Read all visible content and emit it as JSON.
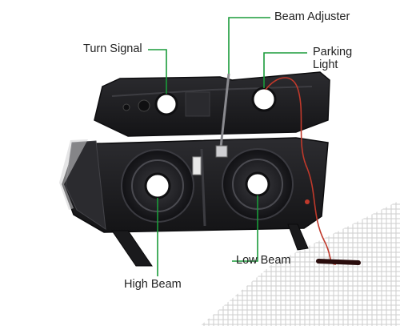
{
  "labels": {
    "turn_signal": "Turn Signal",
    "beam_adjuster": "Beam Adjuster",
    "parking_light_line1": "Parking",
    "parking_light_line2": "Light",
    "low_beam": "Low Beam",
    "high_beam": "High Beam"
  },
  "colors": {
    "leader_line": "#1a9b3a",
    "housing": "#1c1c1e",
    "wire": "#c0392b"
  }
}
